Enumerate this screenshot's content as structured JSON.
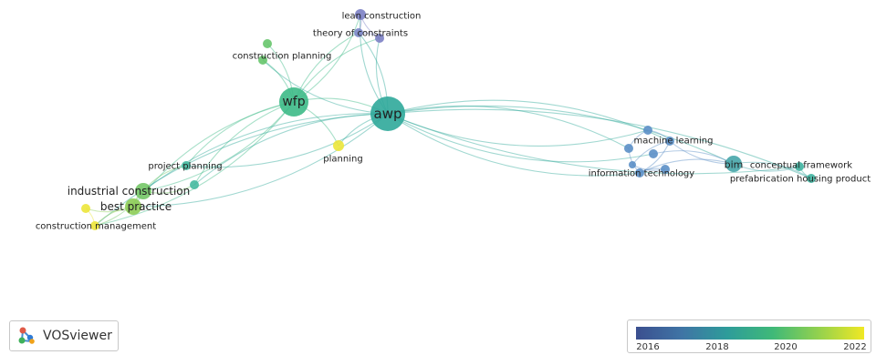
{
  "app": {
    "name": "VOSviewer"
  },
  "legend": {
    "ticks": [
      "2016",
      "2018",
      "2020",
      "2022"
    ],
    "colors": [
      "#3b4f8f",
      "#3f74a5",
      "#2e9c9a",
      "#3fb978",
      "#93d14e",
      "#f0e824"
    ]
  },
  "network": {
    "nodes": [
      {
        "id": "wfp",
        "label": "wfp",
        "color": "#3dba87"
      },
      {
        "id": "awp",
        "label": "awp",
        "color": "#2fa99a"
      },
      {
        "id": "lean",
        "label": "lean construction",
        "color": "#7b7fc4"
      },
      {
        "id": "toc",
        "label": "theory of constraints",
        "color": "#7a86c8"
      },
      {
        "id": "cplan",
        "label": "construction planning",
        "color": "#67c56b"
      },
      {
        "id": "planning",
        "label": "planning",
        "color": "#ece53a"
      },
      {
        "id": "projplan",
        "label": "project planning",
        "color": "#45b9a0"
      },
      {
        "id": "indcon",
        "label": "industrial construction",
        "color": "#74c767"
      },
      {
        "id": "bestprac",
        "label": "best practice",
        "color": "#8ccc55"
      },
      {
        "id": "cmgmt",
        "label": "construction management",
        "color": "#ece53a"
      },
      {
        "id": "ml",
        "label": "machine learning",
        "color": "#5b8fc6"
      },
      {
        "id": "it",
        "label": "information technology",
        "color": "#5b8fc6"
      },
      {
        "id": "bim",
        "label": "bim",
        "color": "#46a6aa"
      },
      {
        "id": "cf",
        "label": "conceptual framework",
        "color": "#3fb3a0"
      },
      {
        "id": "phbp",
        "label": "prefabrication housing product",
        "color": "#3fb3a0"
      },
      {
        "id": "u1",
        "label": "",
        "color": "#5b8fc6"
      },
      {
        "id": "u2",
        "label": "",
        "color": "#5b8fc6"
      },
      {
        "id": "u3",
        "label": "",
        "color": "#5b8fc6"
      },
      {
        "id": "u4",
        "label": "",
        "color": "#5b8fc6"
      },
      {
        "id": "u5",
        "label": "",
        "color": "#5b8fc6"
      },
      {
        "id": "u6",
        "label": "",
        "color": "#7b7fc4"
      },
      {
        "id": "u7",
        "label": "",
        "color": "#67c56b"
      },
      {
        "id": "u8",
        "label": "",
        "color": "#45b9a0"
      },
      {
        "id": "u9",
        "label": "",
        "color": "#ece53a"
      }
    ],
    "edges": [
      [
        "wfp",
        "awp"
      ],
      [
        "wfp",
        "lean"
      ],
      [
        "wfp",
        "toc"
      ],
      [
        "wfp",
        "cplan"
      ],
      [
        "wfp",
        "planning"
      ],
      [
        "wfp",
        "projplan"
      ],
      [
        "wfp",
        "indcon"
      ],
      [
        "wfp",
        "bestprac"
      ],
      [
        "wfp",
        "cmgmt"
      ],
      [
        "wfp",
        "u7"
      ],
      [
        "wfp",
        "u6"
      ],
      [
        "wfp",
        "u8"
      ],
      [
        "awp",
        "lean"
      ],
      [
        "awp",
        "toc"
      ],
      [
        "awp",
        "cplan"
      ],
      [
        "awp",
        "planning"
      ],
      [
        "awp",
        "projplan"
      ],
      [
        "awp",
        "indcon"
      ],
      [
        "awp",
        "bestprac"
      ],
      [
        "awp",
        "cmgmt"
      ],
      [
        "awp",
        "ml"
      ],
      [
        "awp",
        "it"
      ],
      [
        "awp",
        "bim"
      ],
      [
        "awp",
        "cf"
      ],
      [
        "awp",
        "phbp"
      ],
      [
        "awp",
        "u1"
      ],
      [
        "awp",
        "u2"
      ],
      [
        "awp",
        "u3"
      ],
      [
        "awp",
        "u6"
      ],
      [
        "awp",
        "u8"
      ],
      [
        "lean",
        "toc"
      ],
      [
        "lean",
        "u6"
      ],
      [
        "toc",
        "u6"
      ],
      [
        "indcon",
        "bestprac"
      ],
      [
        "indcon",
        "cmgmt"
      ],
      [
        "bestprac",
        "cmgmt"
      ],
      [
        "indcon",
        "projplan"
      ],
      [
        "indcon",
        "u8"
      ],
      [
        "bestprac",
        "u9"
      ],
      [
        "cmgmt",
        "u9"
      ],
      [
        "ml",
        "it"
      ],
      [
        "ml",
        "bim"
      ],
      [
        "it",
        "bim"
      ],
      [
        "bim",
        "cf"
      ],
      [
        "bim",
        "phbp"
      ],
      [
        "cf",
        "phbp"
      ],
      [
        "u1",
        "ml"
      ],
      [
        "u2",
        "it"
      ],
      [
        "u3",
        "bim"
      ],
      [
        "u4",
        "it"
      ],
      [
        "u5",
        "ml"
      ],
      [
        "u1",
        "u2"
      ],
      [
        "u4",
        "u5"
      ]
    ]
  }
}
